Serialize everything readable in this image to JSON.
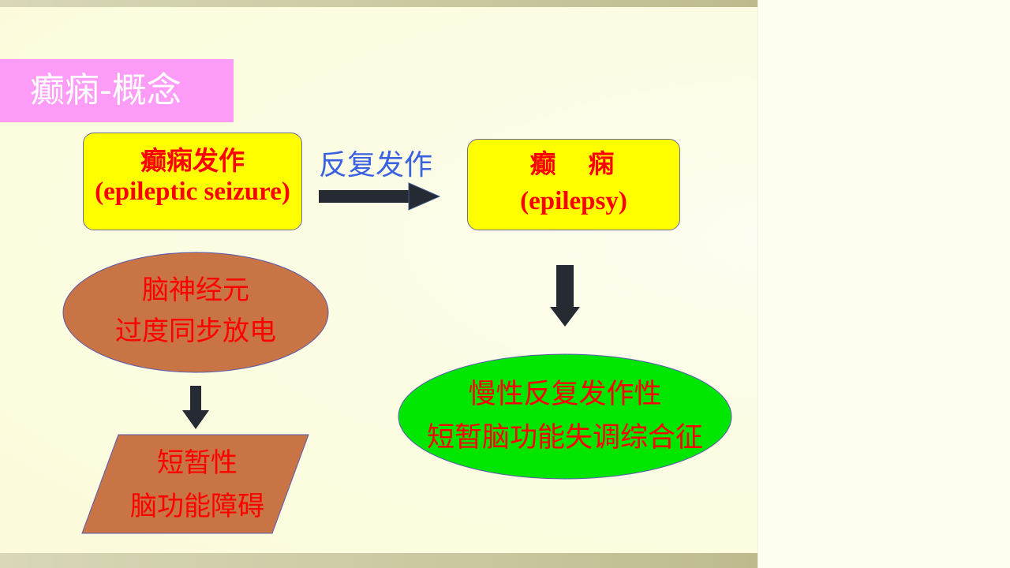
{
  "title": "癫痫-概念",
  "seizure_box": {
    "zh": "癫痫发作",
    "en": "(epileptic seizure)"
  },
  "arrow_label": "反复发作",
  "epilepsy_box": {
    "zh": "癫　痫",
    "en": "(epilepsy)"
  },
  "neuron": {
    "line1": "脑神经元",
    "line2": "过度同步放电"
  },
  "impairment": {
    "line1": "短暂性",
    "line2": "脑功能障碍"
  },
  "syndrome": {
    "line1": "慢性反复发作性",
    "line2": "短暂脑功能失调综合征"
  },
  "colors": {
    "title_bg": "#fc9cf6",
    "box_yellow": "#ffff00",
    "ellipse_brown": "#c87444",
    "ellipse_green": "#00e600",
    "text_red": "#ff0000",
    "label_blue": "#3a61e0",
    "arrow_dark": "#262b33"
  }
}
